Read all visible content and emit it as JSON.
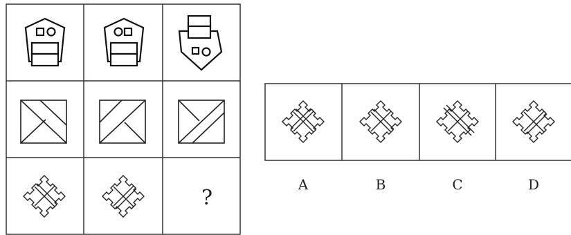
{
  "puzzle": {
    "missing_cell_mark": "?",
    "options": [
      {
        "label": "A"
      },
      {
        "label": "B"
      },
      {
        "label": "C"
      },
      {
        "label": "D"
      }
    ]
  }
}
